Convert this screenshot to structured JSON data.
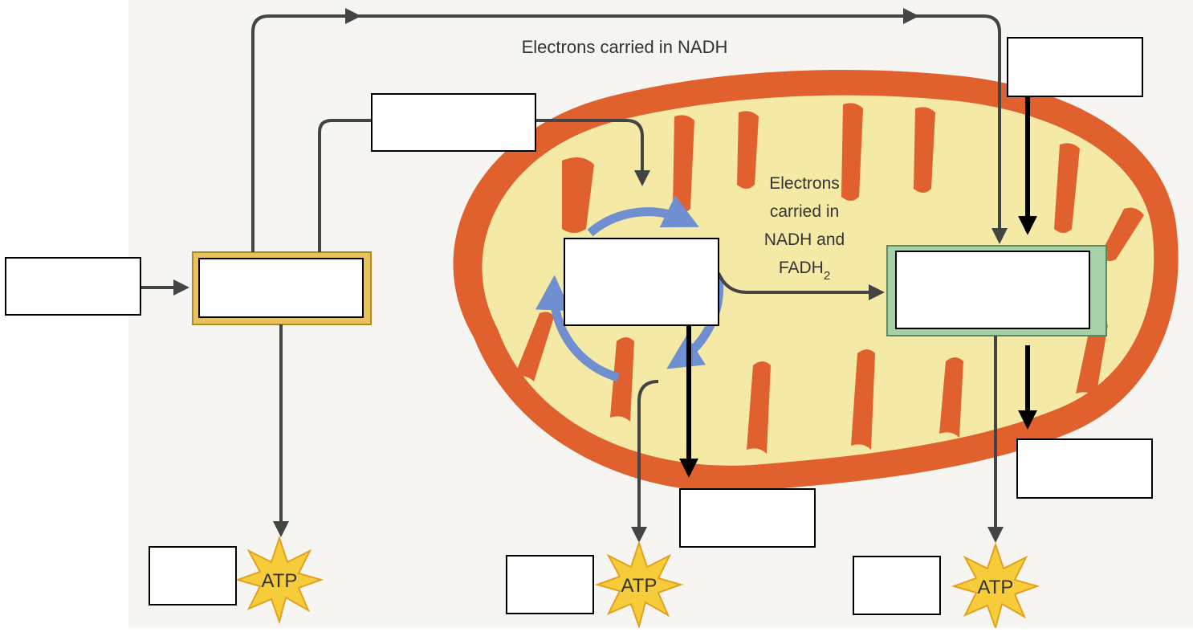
{
  "labels": {
    "top_arrow": "Electrons carried in NADH",
    "middle_line1": "Electrons",
    "middle_line2": "carried in",
    "middle_line3": "NADH and",
    "middle_line4_base": "FADH",
    "middle_line4_sub": "2"
  },
  "atp": {
    "left": "ATP",
    "center": "ATP",
    "right": "ATP"
  },
  "blank_boxes": {
    "count": 11,
    "description_note": ""
  },
  "colors": {
    "membrane_outer": "#e0602e",
    "matrix": "#f5eaa5",
    "glycolysis_box": "#e8c35c",
    "etc_box": "#a8d0a8",
    "cycle_arrow": "#6f8fd0",
    "arrow_gray": "#444444",
    "label_box_border": "#000000",
    "atp_star": "#f6cc3a"
  }
}
